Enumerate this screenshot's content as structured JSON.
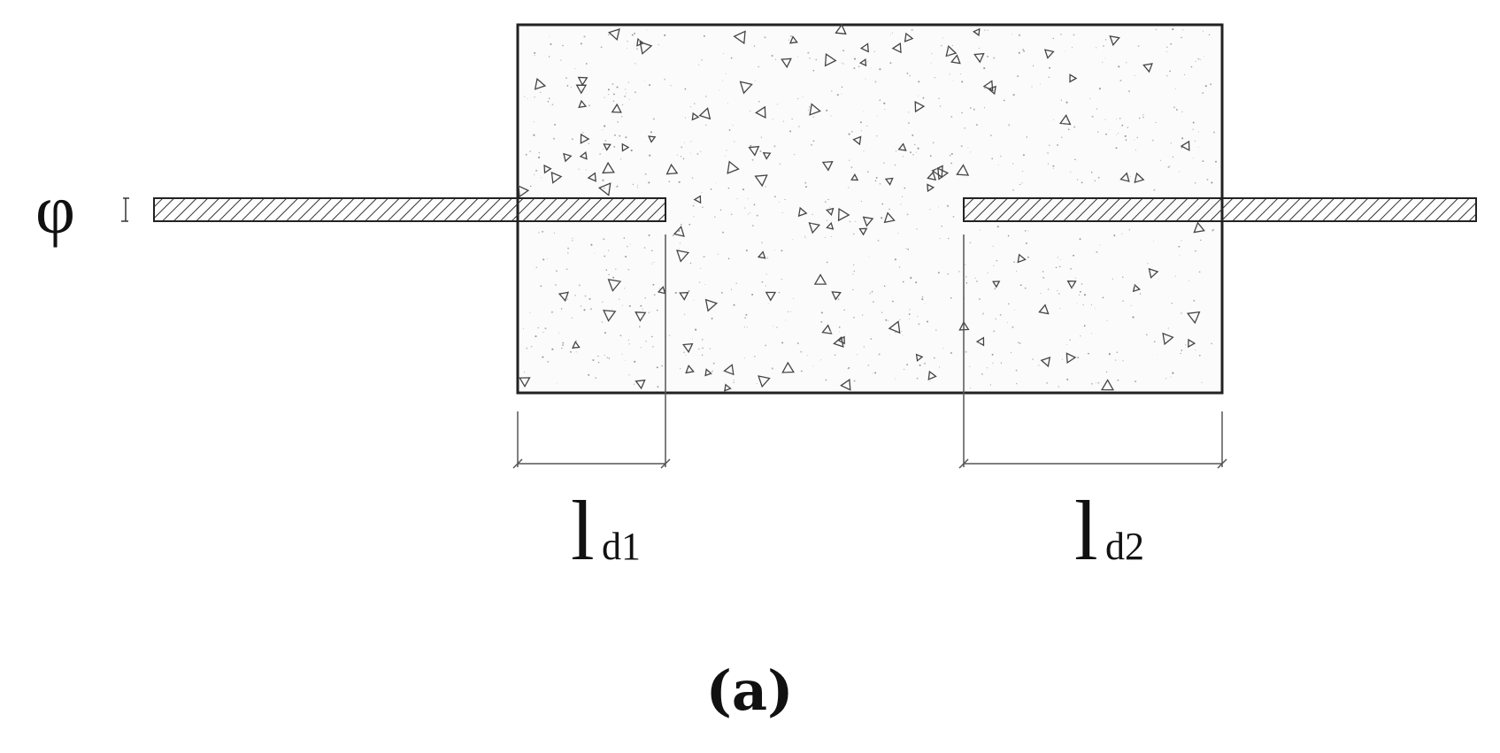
{
  "diagram": {
    "diameter_symbol": "φ",
    "left_embed_label": {
      "main": "l",
      "sub": "d1"
    },
    "right_embed_label": {
      "main": "l",
      "sub": "d2"
    },
    "caption": "(a)"
  }
}
